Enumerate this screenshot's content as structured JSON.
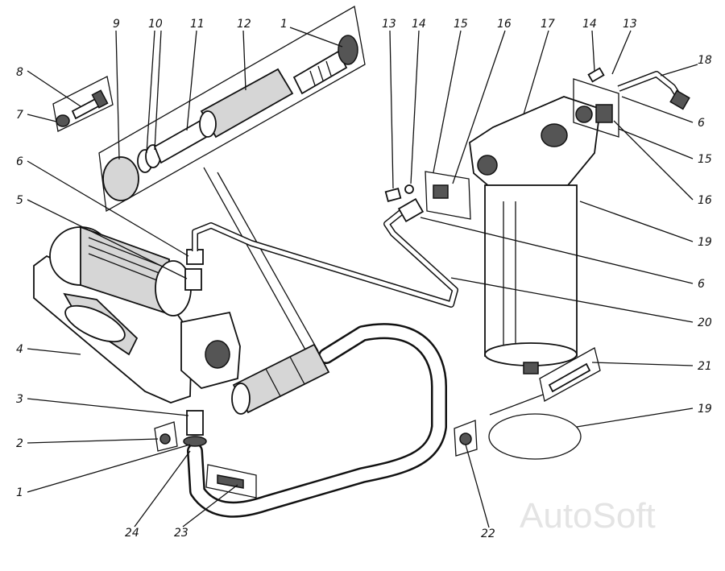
{
  "callouts": {
    "c1_top": "1",
    "c9": "9",
    "c10": "10",
    "c11": "11",
    "c12": "12",
    "c8": "8",
    "c7": "7",
    "c6_left": "6",
    "c5": "5",
    "c4": "4",
    "c3": "3",
    "c2": "2",
    "c1_bottom": "1",
    "c24": "24",
    "c23": "23",
    "c22": "22",
    "c13_left": "13",
    "c14_left": "14",
    "c15_top": "15",
    "c16_top": "16",
    "c17": "17",
    "c14_right": "14",
    "c13_right": "13",
    "c18": "18",
    "c6_right_top": "6",
    "c15_right": "15",
    "c16_right": "16",
    "c19_right": "19",
    "c6_right_mid": "6",
    "c20": "20",
    "c21": "21",
    "c19_bottom": "19"
  },
  "watermark": "AutoSoft"
}
